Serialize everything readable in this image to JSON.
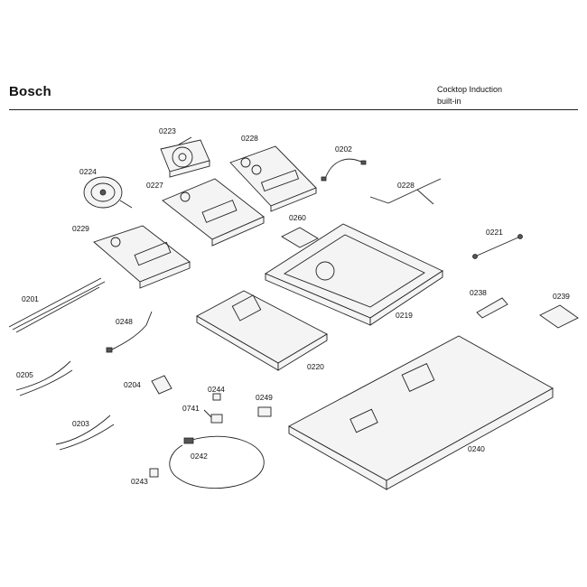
{
  "header": {
    "brand": "Bosch",
    "title_line1": "Cocktop Induction",
    "title_line2": "built-in"
  },
  "parts": [
    {
      "key": "p0223",
      "label": "0223"
    },
    {
      "key": "p0228a",
      "label": "0228"
    },
    {
      "key": "p0202",
      "label": "0202"
    },
    {
      "key": "p0224",
      "label": "0224"
    },
    {
      "key": "p0227",
      "label": "0227"
    },
    {
      "key": "p0228b",
      "label": "0228"
    },
    {
      "key": "p0260",
      "label": "0260"
    },
    {
      "key": "p0229",
      "label": "0229"
    },
    {
      "key": "p0221",
      "label": "0221"
    },
    {
      "key": "p0201",
      "label": "0201"
    },
    {
      "key": "p0238",
      "label": "0238"
    },
    {
      "key": "p0239",
      "label": "0239"
    },
    {
      "key": "p0219",
      "label": "0219"
    },
    {
      "key": "p0248",
      "label": "0248"
    },
    {
      "key": "p0220",
      "label": "0220"
    },
    {
      "key": "p0205",
      "label": "0205"
    },
    {
      "key": "p0204",
      "label": "0204"
    },
    {
      "key": "p0244",
      "label": "0244"
    },
    {
      "key": "p0249",
      "label": "0249"
    },
    {
      "key": "p0741",
      "label": "0741"
    },
    {
      "key": "p0203",
      "label": "0203"
    },
    {
      "key": "p0240",
      "label": "0240"
    },
    {
      "key": "p0242",
      "label": "0242"
    },
    {
      "key": "p0243",
      "label": "0243"
    }
  ]
}
